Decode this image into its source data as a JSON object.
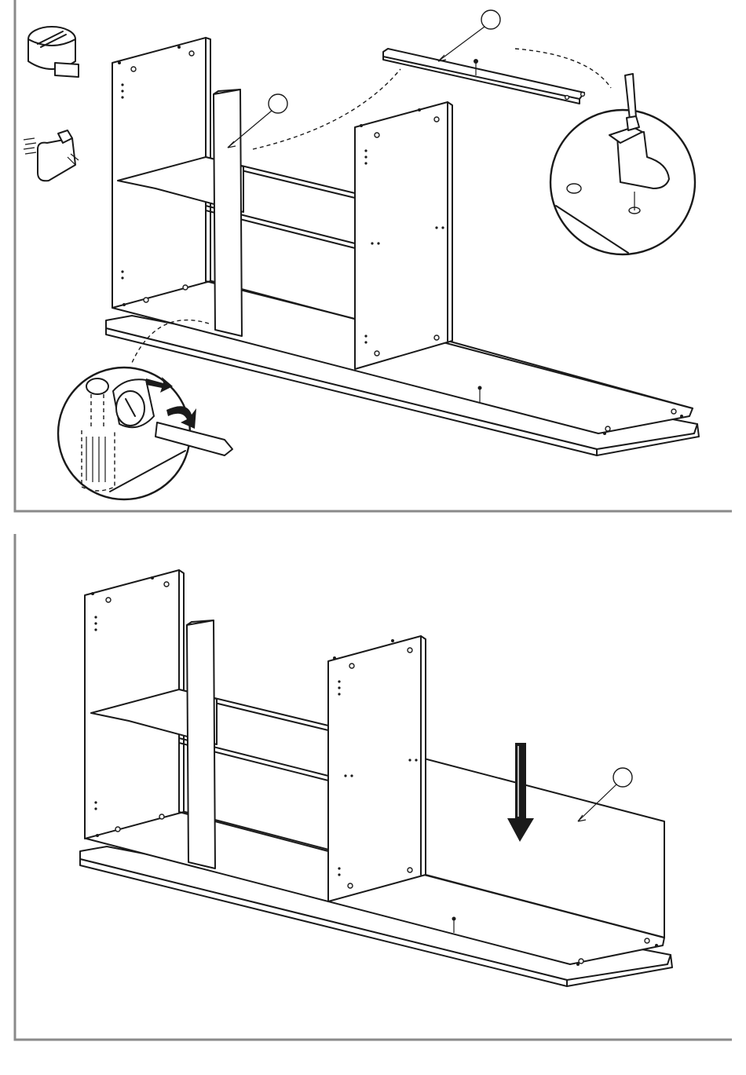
{
  "steps": [
    {
      "id": "step1",
      "icons": [
        "cam-lock-icon",
        "shelf-support-pin-icon"
      ],
      "callouts": 2,
      "details": [
        "screwdriver-tighten-cam-detail",
        "shelf-support-insert-detail"
      ]
    },
    {
      "id": "step2",
      "callouts": 1,
      "action": "arrow-down-icon"
    }
  ],
  "colors": {
    "line": "#1a1a1a",
    "frame": "#8a8a8a",
    "background": "#ffffff"
  }
}
